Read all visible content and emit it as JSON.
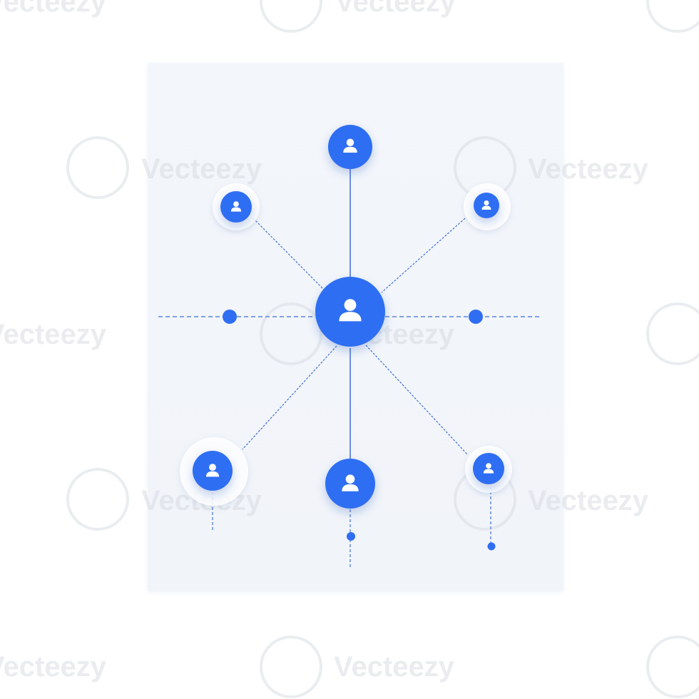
{
  "watermark": {
    "text": "Vecteezy"
  },
  "colors": {
    "node": "#2f6ef2",
    "node_dark": "#1f5de0",
    "line": "#3e6fd8",
    "card": "#f2f5fa",
    "halo": "#ffffff"
  },
  "nodes": [
    {
      "id": "center",
      "icon": "person-icon"
    },
    {
      "id": "top",
      "icon": "person-icon"
    },
    {
      "id": "upper-left",
      "icon": "person-icon"
    },
    {
      "id": "upper-right",
      "icon": "person-icon"
    },
    {
      "id": "lower-left",
      "icon": "person-icon"
    },
    {
      "id": "bottom",
      "icon": "person-icon"
    },
    {
      "id": "lower-right",
      "icon": "person-icon"
    }
  ]
}
